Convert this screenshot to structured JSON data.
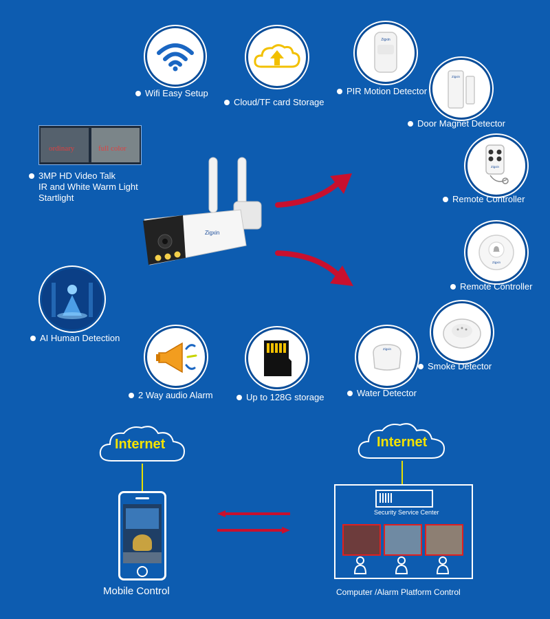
{
  "features": {
    "wifi": "Wifi Easy Setup",
    "cloud": "Cloud/TF card Storage",
    "pir": "PIR Motion Detector",
    "door": "Door Magnet Detector",
    "remote1": "Remote Controller",
    "remote2": "Remote Controller",
    "smoke": "Smoke Detector",
    "water": "Water Detector",
    "storage": "Up to 128G storage",
    "audio": "2 Way audio Alarm",
    "ai": "AI Human Detection",
    "video_lines": [
      "3MP HD Video Talk",
      "IR and White Warm Light",
      "Startlight"
    ]
  },
  "night_compare": {
    "left": "ordinary",
    "right": "full color"
  },
  "brand": "Zigxin",
  "internet_left": "Internet",
  "internet_right": "Internet",
  "mobile_label": "Mobile Control",
  "platform_label": "Computer /Alarm Platform Control",
  "security_center": "Security Service Center",
  "colors": {
    "background": "#0d5cb0",
    "arrow_red": "#c8102e",
    "cloud_text": "#f4e300"
  }
}
